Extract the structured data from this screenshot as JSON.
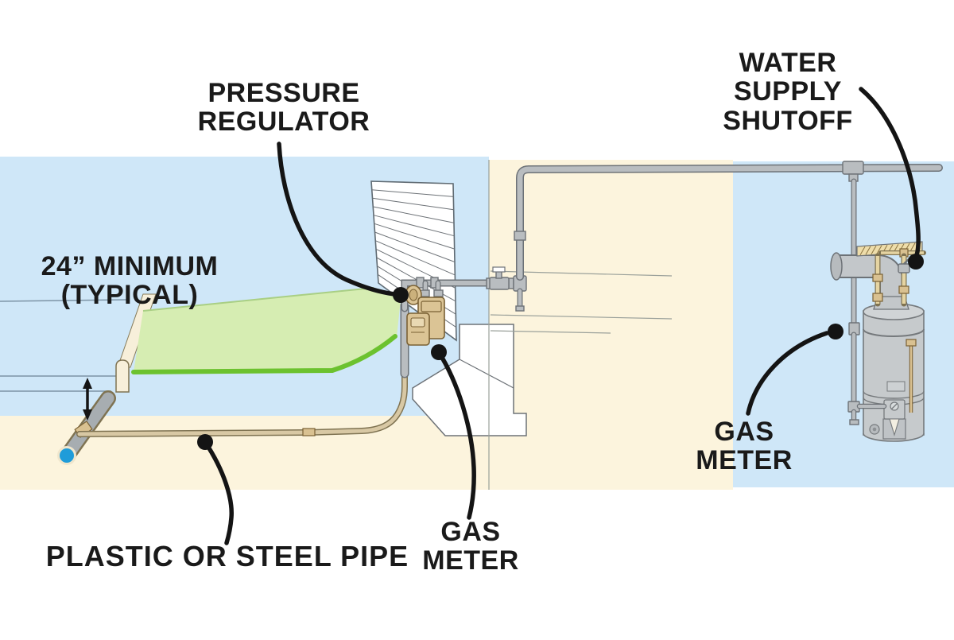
{
  "figure": {
    "type": "diagram",
    "subject": "Underground gas service line burial depth with gas meters, pressure regulator and water supply shutoff"
  },
  "colors": {
    "sky_blue": "#cfe7f8",
    "soil_cream": "#fcf4dd",
    "grass_fill": "#d6edb2",
    "grass_edge": "#6cc22f",
    "pipe_gray": "#b9bdc0",
    "pipe_tan": "#d8c8a4",
    "meter_tan": "#dbc495",
    "tank_gray": "#c6cacc",
    "pipe_cap_blue": "#1f9cd9",
    "callout_black": "#141414",
    "label_text": "#1a1a1a"
  },
  "labels": {
    "pressure_regulator": {
      "line1": "PRESSURE",
      "line2": "REGULATOR"
    },
    "water_supply_shutoff": {
      "line1": "WATER",
      "line2": "SUPPLY",
      "line3": "SHUTOFF"
    },
    "burial_depth": {
      "line1": "24” MINIMUM",
      "line2": "(TYPICAL)"
    },
    "plastic_or_steel_pipe": {
      "line1": "PLASTIC OR STEEL PIPE"
    },
    "gas_meter_house": {
      "line1": "GAS",
      "line2": "METER"
    },
    "gas_meter_water_heater": {
      "line1": "GAS",
      "line2": "METER"
    }
  }
}
